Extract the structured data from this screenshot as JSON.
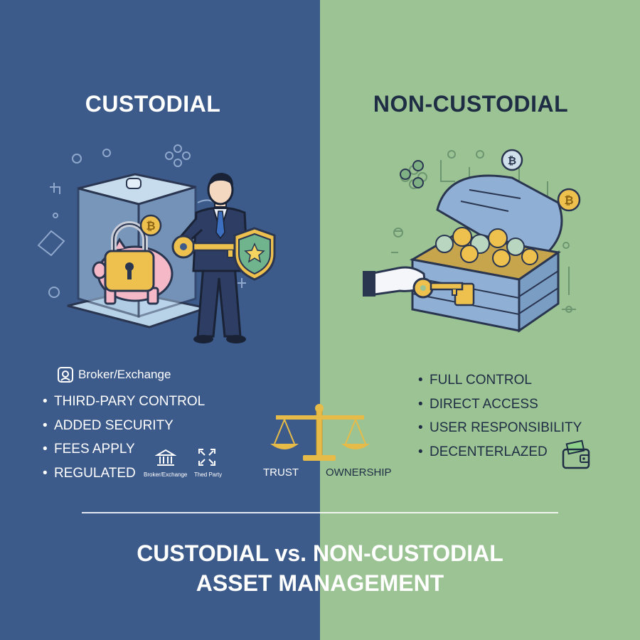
{
  "left": {
    "heading": "CUSTODIAL",
    "broker_label": "Broker/Exchange",
    "bullets": [
      "THIRD-PARY CONTROL",
      "ADDED SECURITY",
      "FEES APPLY",
      "REGULATED"
    ],
    "mini_labels": [
      "Broker/Exchange",
      "Thed Party"
    ],
    "illustration": [
      "glass-vault",
      "piggy-bank",
      "padlock",
      "golden-key",
      "businessman",
      "shield-star",
      "bitcoin-coin"
    ]
  },
  "right": {
    "heading": "NON-CUSTODIAL",
    "bullets": [
      "FULL CONTROL",
      "DIRECT ACCESS",
      "USER RESPONSIBILITY",
      "DECENTERLAZED"
    ],
    "illustration": [
      "treasure-chest",
      "bitcoin-coins",
      "hand-holding-key",
      "network-nodes",
      "wallet"
    ]
  },
  "scale": {
    "left_label": "TRUST",
    "right_label": "OWNERSHIP"
  },
  "footer": {
    "line1": "CUSTODIAL vs. NON-CUSTODIAL",
    "line2": "ASSET MANAGEMENT"
  },
  "colors": {
    "left_bg": "#3c5a8a",
    "right_bg": "#9bc394",
    "gold": "#e7bb48",
    "dark_text": "#1f2d44"
  }
}
